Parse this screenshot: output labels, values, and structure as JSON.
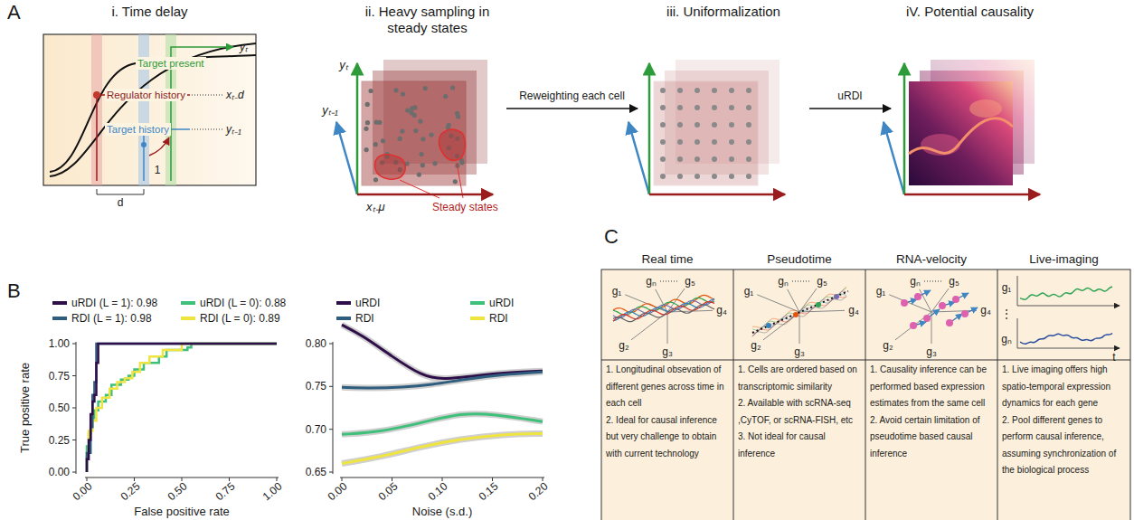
{
  "diagram": {
    "nodes": [
      {
        "text": [
          "i. Time delay"
        ]
      },
      {
        "text": [
          "ii. Heavy sampling in steady states"
        ]
      },
      {
        "text": [
          "iii. Uniformalization"
        ]
      },
      {
        "text": [
          "iV. Potential causality"
        ]
      },
      {
        "text": [
          "Real time",
          "1. Longitudinal obsevation of different genes across time in each cell",
          "2. Ideal for causal inference but very challenge to obtain with current technology"
        ]
      },
      {
        "text": [
          "Pseudotime",
          "1. Cells are ordered based on transcriptomic similarity",
          "2. Available with scRNA-seq ,CyTOF, or scRNA-FISH, etc",
          "3. Not ideal for causal inference"
        ]
      },
      {
        "text": [
          "RNA-velocity",
          "1. Causality inference can be performed based expression estimates from the same cell",
          "2. Avoid certain limitation of pseudotime based causal inference"
        ]
      },
      {
        "text": [
          "Live-imaging",
          "1. Live imaging offers high spatio-temporal expression dynamics for each gene",
          "2. Pool different genes to perform causal inference, assuming synchronization of the biological process"
        ]
      }
    ],
    "edges": [
      {
        "from": 1,
        "to": 2,
        "arrow": "to",
        "label": "Reweighting each cell"
      },
      {
        "from": 2,
        "to": 3,
        "arrow": "to",
        "label": "uRDI"
      }
    ],
    "labels": [
      "A",
      "yₜ",
      "Target present",
      "Regulator history",
      "xₜ₋d",
      "Target history",
      "yₜ₋₁",
      "d",
      "1",
      "yₜ",
      "yₜ₋₁",
      "xₜ₋μ",
      "Steady states",
      "B",
      "True positive rate",
      "1.00",
      "0.75",
      "0.50",
      "0.25",
      "0.00",
      "0.00",
      "0.25",
      "0.50",
      "0.75",
      "1.00",
      "False positive rate",
      "0.80",
      "0.75",
      "0.70",
      "0.65",
      "0.00",
      "0.05",
      "0.10",
      "0.15",
      "0.20",
      "Noise (s.d.)",
      "C",
      "g₁",
      "gₙ",
      "g₅",
      "g₄",
      "g₂",
      "g₃",
      "g₁",
      "gₙ",
      "g₅",
      "g₄",
      "g₂",
      "g₃",
      "g₁",
      "gₙ",
      "g₅",
      "g₄",
      "g₂",
      "g₃",
      "g₁",
      "⋮",
      "gₙ",
      "t"
    ],
    "legend": [
      {
        "text": "uRDI (L = 1): 0.98",
        "color": "#2e0f4a"
      },
      {
        "text": "uRDI (L = 0): 0.88",
        "color": "#3ec07a"
      },
      {
        "text": "RDI (L = 1): 0.98",
        "color": "#2e5d7e"
      },
      {
        "text": "RDI (L = 0): 0.89",
        "color": "#f0e442"
      },
      {
        "text": "uRDI",
        "color": "#2e0f4a"
      },
      {
        "text": "uRDI",
        "color": "#3ec07a"
      },
      {
        "text": "RDI",
        "color": "#2e5d7e"
      },
      {
        "text": "RDI",
        "color": "#f0e442"
      }
    ]
  }
}
